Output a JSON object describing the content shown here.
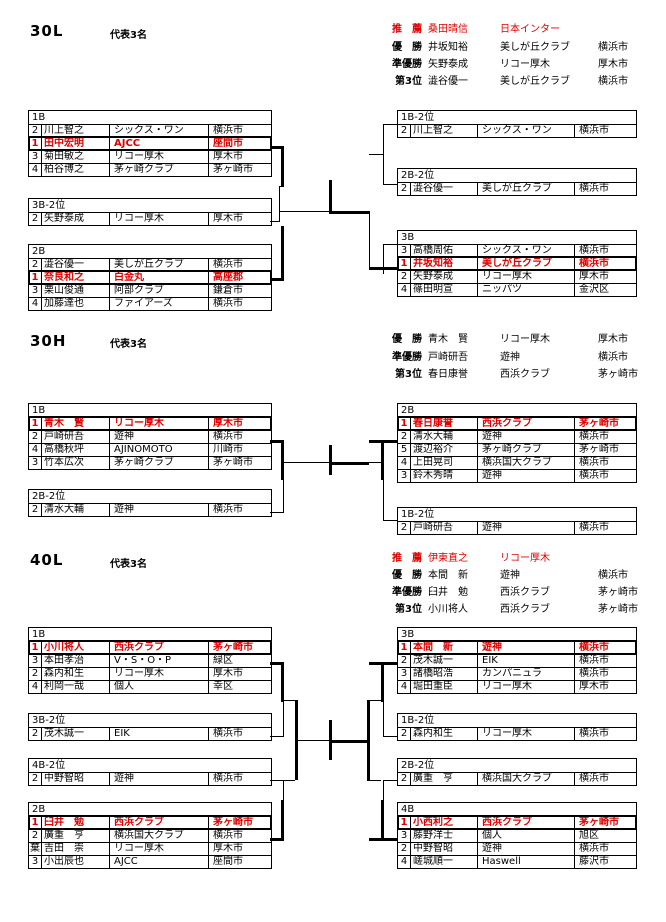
{
  "sections": [
    {
      "id": "30L",
      "title": "30L",
      "quota": "代表3名",
      "results": [
        {
          "label": "推　薦",
          "name": "桑田晴信",
          "club": "日本インター",
          "city": "",
          "red": true
        },
        {
          "label": "優　勝",
          "name": "井坂知裕",
          "club": "美しが丘クラブ",
          "city": "横浜市",
          "red": false
        },
        {
          "label": "準優勝",
          "name": "矢野泰成",
          "club": "リコー厚木",
          "city": "厚木市",
          "red": false
        },
        {
          "label": "第3位",
          "name": "澁谷優一",
          "club": "美しが丘クラブ",
          "city": "横浜市",
          "red": false
        }
      ],
      "groups": [
        {
          "label": "1B",
          "rows": [
            {
              "rank": "2",
              "name": "川上智之",
              "club": "シックス・ワン",
              "city": "横浜市",
              "win": false
            },
            {
              "rank": "1",
              "name": "田中宏明",
              "club": "AJCC",
              "city": "座間市",
              "win": true
            },
            {
              "rank": "3",
              "name": "菊田敏之",
              "club": "リコー厚木",
              "city": "厚木市",
              "win": false
            },
            {
              "rank": "4",
              "name": "柏谷博之",
              "club": "茅ヶ崎クラブ",
              "city": "茅ヶ崎市",
              "win": false
            }
          ]
        },
        {
          "label": "3B-2位",
          "rows": [
            {
              "rank": "2",
              "name": "矢野泰成",
              "club": "リコー厚木",
              "city": "厚木市",
              "win": false
            }
          ]
        },
        {
          "label": "2B",
          "rows": [
            {
              "rank": "2",
              "name": "澁谷優一",
              "club": "美しが丘クラブ",
              "city": "横浜市",
              "win": false
            },
            {
              "rank": "1",
              "name": "奈良和之",
              "club": "白金丸",
              "city": "高座郡",
              "win": true
            },
            {
              "rank": "3",
              "name": "栗山俊通",
              "club": "阿部クラブ",
              "city": "鎌倉市",
              "win": false
            },
            {
              "rank": "4",
              "name": "加藤達也",
              "club": "ファイアーズ",
              "city": "横浜市",
              "win": false
            }
          ]
        },
        {
          "label": "1B-2位",
          "rows": [
            {
              "rank": "2",
              "name": "川上智之",
              "club": "シックス・ワン",
              "city": "横浜市",
              "win": false
            }
          ]
        },
        {
          "label": "2B-2位",
          "rows": [
            {
              "rank": "2",
              "name": "澁谷優一",
              "club": "美しが丘クラブ",
              "city": "横浜市",
              "win": false
            }
          ]
        },
        {
          "label": "3B",
          "rows": [
            {
              "rank": "3",
              "name": "高橋周佑",
              "club": "シックス・ワン",
              "city": "横浜市",
              "win": false
            },
            {
              "rank": "1",
              "name": "井坂知裕",
              "club": "美しが丘クラブ",
              "city": "横浜市",
              "win": true
            },
            {
              "rank": "2",
              "name": "矢野泰成",
              "club": "リコー厚木",
              "city": "厚木市",
              "win": false
            },
            {
              "rank": "4",
              "name": "篠田明宣",
              "club": "ニッパツ",
              "city": "金沢区",
              "win": false
            }
          ]
        }
      ]
    },
    {
      "id": "30H",
      "title": "30H",
      "quota": "代表3名",
      "results": [
        {
          "label": "優　勝",
          "name": "青木　賢",
          "club": "リコー厚木",
          "city": "厚木市",
          "red": false
        },
        {
          "label": "準優勝",
          "name": "戸崎研吾",
          "club": "遊神",
          "city": "横浜市",
          "red": false
        },
        {
          "label": "第3位",
          "name": "春日康誉",
          "club": "西浜クラブ",
          "city": "茅ヶ崎市",
          "red": false
        }
      ],
      "groups": [
        {
          "label": "1B",
          "rows": [
            {
              "rank": "1",
              "name": "青木　賢",
              "club": "リコー厚木",
              "city": "厚木市",
              "win": true
            },
            {
              "rank": "2",
              "name": "戸崎研吾",
              "club": "遊神",
              "city": "横浜市",
              "win": false
            },
            {
              "rank": "4",
              "name": "高橋秋坪",
              "club": "AJINOMOTO",
              "city": "川崎市",
              "win": false
            },
            {
              "rank": "3",
              "name": "竹本広次",
              "club": "茅ヶ崎クラブ",
              "city": "茅ヶ崎市",
              "win": false
            }
          ]
        },
        {
          "label": "2B-2位",
          "rows": [
            {
              "rank": "2",
              "name": "清水大輔",
              "club": "遊神",
              "city": "横浜市",
              "win": false
            }
          ]
        },
        {
          "label": "2B",
          "rows": [
            {
              "rank": "1",
              "name": "春日康誉",
              "club": "西浜クラブ",
              "city": "茅ヶ崎市",
              "win": true
            },
            {
              "rank": "2",
              "name": "清水大輔",
              "club": "遊神",
              "city": "横浜市",
              "win": false
            },
            {
              "rank": "5",
              "name": "渡辺裕介",
              "club": "茅ヶ崎クラブ",
              "city": "茅ヶ崎市",
              "win": false
            },
            {
              "rank": "4",
              "name": "上田晃司",
              "club": "横浜国大クラブ",
              "city": "横浜市",
              "win": false
            },
            {
              "rank": "3",
              "name": "鈴木秀晴",
              "club": "遊神",
              "city": "横浜市",
              "win": false
            }
          ]
        },
        {
          "label": "1B-2位",
          "rows": [
            {
              "rank": "2",
              "name": "戸崎研吾",
              "club": "遊神",
              "city": "横浜市",
              "win": false
            }
          ]
        }
      ]
    },
    {
      "id": "40L",
      "title": "40L",
      "quota": "代表3名",
      "results": [
        {
          "label": "推　薦",
          "name": "伊東直之",
          "club": "リコー厚木",
          "city": "",
          "red": true
        },
        {
          "label": "優　勝",
          "name": "本間　新",
          "club": "遊神",
          "city": "横浜市",
          "red": false
        },
        {
          "label": "準優勝",
          "name": "臼井　勉",
          "club": "西浜クラブ",
          "city": "茅ヶ崎市",
          "red": false
        },
        {
          "label": "第3位",
          "name": "小川将人",
          "club": "西浜クラブ",
          "city": "茅ヶ崎市",
          "red": false
        }
      ],
      "groups": [
        {
          "label": "1B",
          "rows": [
            {
              "rank": "1",
              "name": "小川将人",
              "club": "西浜クラブ",
              "city": "茅ヶ崎市",
              "win": true
            },
            {
              "rank": "3",
              "name": "本田孝治",
              "club": "V・S・O・P",
              "city": "緑区",
              "win": false
            },
            {
              "rank": "2",
              "name": "森内和生",
              "club": "リコー厚木",
              "city": "厚木市",
              "win": false
            },
            {
              "rank": "4",
              "name": "利岡一哉",
              "club": "個人",
              "city": "幸区",
              "win": false
            }
          ]
        },
        {
          "label": "3B-2位",
          "rows": [
            {
              "rank": "2",
              "name": "茂木誠一",
              "club": "EIK",
              "city": "横浜市",
              "win": false
            }
          ]
        },
        {
          "label": "4B-2位",
          "rows": [
            {
              "rank": "2",
              "name": "中野智昭",
              "club": "遊神",
              "city": "横浜市",
              "win": false
            }
          ]
        },
        {
          "label": "2B",
          "rows": [
            {
              "rank": "1",
              "name": "臼井　勉",
              "club": "西浜クラブ",
              "city": "茅ヶ崎市",
              "win": true
            },
            {
              "rank": "2",
              "name": "廣重　亨",
              "club": "横浜国大クラブ",
              "city": "横浜市",
              "win": false
            },
            {
              "rank": "棄",
              "name": "吉田　崇",
              "club": "リコー厚木",
              "city": "厚木市",
              "win": false
            },
            {
              "rank": "3",
              "name": "小出辰也",
              "club": "AJCC",
              "city": "座間市",
              "win": false
            }
          ]
        },
        {
          "label": "3B",
          "rows": [
            {
              "rank": "1",
              "name": "本間　新",
              "club": "遊神",
              "city": "横浜市",
              "win": true
            },
            {
              "rank": "2",
              "name": "茂木誠一",
              "club": "EIK",
              "city": "横浜市",
              "win": false
            },
            {
              "rank": "3",
              "name": "諸橋昭浩",
              "club": "カンパニュラ",
              "city": "横浜市",
              "win": false
            },
            {
              "rank": "4",
              "name": "堀田重臣",
              "club": "リコー厚木",
              "city": "厚木市",
              "win": false
            }
          ]
        },
        {
          "label": "1B-2位",
          "rows": [
            {
              "rank": "2",
              "name": "森内和生",
              "club": "リコー厚木",
              "city": "横浜市",
              "win": false
            }
          ]
        },
        {
          "label": "2B-2位",
          "rows": [
            {
              "rank": "2",
              "name": "廣重　亨",
              "club": "横浜国大クラブ",
              "city": "横浜市",
              "win": false
            }
          ]
        },
        {
          "label": "4B",
          "rows": [
            {
              "rank": "1",
              "name": "小西利之",
              "club": "西浜クラブ",
              "city": "茅ヶ崎市",
              "win": true
            },
            {
              "rank": "3",
              "name": "藤野洋士",
              "club": "個人",
              "city": "旭区",
              "win": false
            },
            {
              "rank": "2",
              "name": "中野智昭",
              "club": "遊神",
              "city": "横浜市",
              "win": false
            },
            {
              "rank": "4",
              "name": "嵯城順一",
              "club": "Haswell",
              "city": "藤沢市",
              "win": false
            }
          ]
        }
      ]
    }
  ]
}
